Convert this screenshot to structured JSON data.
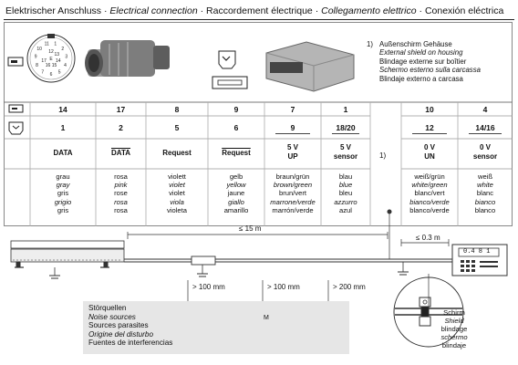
{
  "title": {
    "de": "Elektrischer Anschluss",
    "en": "Electrical connection",
    "fr": "Raccordement électrique",
    "it": "Collegamento elettrico",
    "es": "Conexión eléctrica",
    "sep": " · "
  },
  "connector_pins": [
    "1",
    "2",
    "3",
    "4",
    "5",
    "6",
    "7",
    "8",
    "9",
    "10",
    "11",
    "12",
    "13",
    "14",
    "15",
    "16",
    "17",
    "E"
  ],
  "footnote": {
    "marker": "1)",
    "lines": [
      {
        "text": "Außenschirm Gehäuse",
        "italic": false
      },
      {
        "text": "External shield on housing",
        "italic": true
      },
      {
        "text": "Blindage externe sur boîtier",
        "italic": false
      },
      {
        "text": "Schermo esterno sulla carcassa",
        "italic": true
      },
      {
        "text": "Blindaje externo a carcasa",
        "italic": false
      }
    ]
  },
  "table": {
    "row1_pins": [
      "14",
      "17",
      "8",
      "9",
      "7",
      "1",
      "10",
      "4"
    ],
    "row2_pins": [
      "1",
      "2",
      "5",
      "6",
      "9",
      "18/20",
      "12",
      "14/16"
    ],
    "signals": [
      {
        "l1": "DATA",
        "l2": "",
        "overline": false
      },
      {
        "l1": "DATA",
        "l2": "",
        "overline": true
      },
      {
        "l1": "Request",
        "l2": "",
        "overline": false
      },
      {
        "l1": "Request",
        "l2": "",
        "overline": true
      },
      {
        "l1": "5 V",
        "l2": "UP",
        "overline": false
      },
      {
        "l1": "5 V",
        "l2": "sensor",
        "overline": false
      },
      {
        "l1": "0 V",
        "l2": "UN",
        "overline": false
      },
      {
        "l1": "0 V",
        "l2": "sensor",
        "overline": false
      }
    ],
    "middle_marker": "1)",
    "colors": [
      [
        "grau",
        "gray",
        "gris",
        "grigio",
        "gris"
      ],
      [
        "rosa",
        "pink",
        "rose",
        "rosa",
        "rosa"
      ],
      [
        "violett",
        "violet",
        "violet",
        "viola",
        "violeta"
      ],
      [
        "gelb",
        "yellow",
        "jaune",
        "giallo",
        "amarillo"
      ],
      [
        "braun/grün",
        "brown/green",
        "brun/vert",
        "marrone/verde",
        "marrón/verde"
      ],
      [
        "blau",
        "blue",
        "bleu",
        "azzurro",
        "azul"
      ],
      [
        "weiß/grün",
        "white/green",
        "blanc/vert",
        "bianco/verde",
        "blanco/verde"
      ],
      [
        "weiß",
        "white",
        "blanc",
        "bianco",
        "blanco"
      ]
    ]
  },
  "diagram": {
    "len_total": "≤ 15 m",
    "len_short": "≤ 0.3 m",
    "display_readout": "0.4 8 1",
    "dist1": "> 100 mm",
    "dist2": "> 100 mm",
    "dist3": "> 200 mm",
    "motor_label": "M"
  },
  "noise": {
    "lines": [
      {
        "text": "Störquellen",
        "italic": false
      },
      {
        "text": "Noise sources",
        "italic": true
      },
      {
        "text": "Sources parasites",
        "italic": false
      },
      {
        "text": "Origine del disturbo",
        "italic": true
      },
      {
        "text": "Fuentes de interferencias",
        "italic": false
      }
    ]
  },
  "shield": {
    "lines": [
      {
        "text": "Schirm",
        "italic": false
      },
      {
        "text": "Shield",
        "italic": true
      },
      {
        "text": "blindage",
        "italic": false
      },
      {
        "text": "schermo",
        "italic": true
      },
      {
        "text": "blindaje",
        "italic": false
      }
    ]
  }
}
